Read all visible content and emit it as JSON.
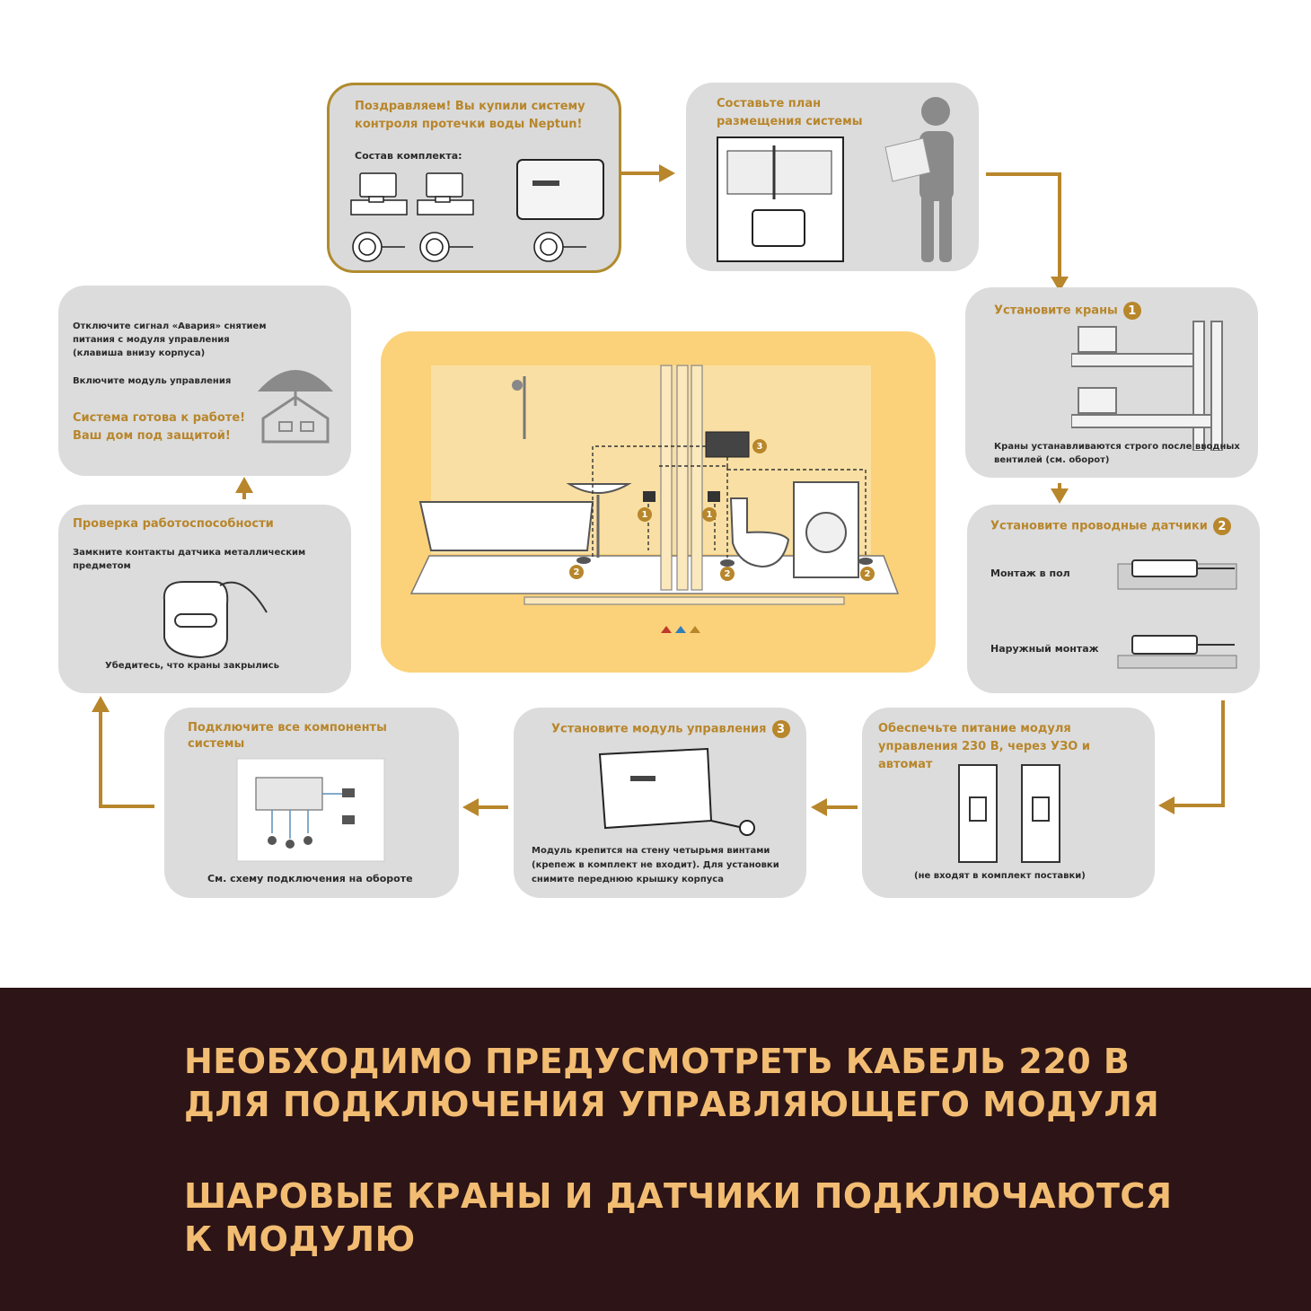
{
  "step1": {
    "title": "Поздравляем! Вы купили систему контроля протечки воды Neptun!",
    "kit_label": "Состав комплекта:"
  },
  "step2": {
    "title": "Составьте план размещения системы"
  },
  "step3": {
    "title": "Установите краны",
    "number": "1",
    "note": "Краны устанавливаются строго после вводных вентилей (см. оборот)"
  },
  "step4": {
    "title": "Установите проводные датчики",
    "number": "2",
    "mount_floor": "Монтаж в пол",
    "mount_surface": "Наружный монтаж"
  },
  "step5": {
    "title": "Обеспечьте питание модуля управления 230 В, через УЗО и автомат",
    "note": "(не входят в комплект поставки)"
  },
  "step6": {
    "title": "Установите модуль управления",
    "number": "3",
    "note": "Модуль крепится на стену четырьмя винтами (крепеж в комплект не входит). Для установки снимите переднюю крышку корпуса"
  },
  "step7": {
    "title": "Подключите все компоненты системы",
    "note": "См. схему подключения на обороте"
  },
  "step8": {
    "title": "Проверка работоспособности",
    "instruction": "Замкните контакты датчика металлическим предметом",
    "note": "Убедитесь, что краны закрылись"
  },
  "step9": {
    "line1": "Отключите сигнал «Авария» снятием питания с модуля управления (клавиша внизу корпуса)",
    "line2": "Включите модуль управления",
    "ready": "Система готова к работе! Ваш дом под защитой!"
  },
  "center_labels": {
    "valve": "1",
    "sensor": "2",
    "module": "3"
  },
  "footer": {
    "line1": "НЕОБХОДИМО ПРЕДУСМОТРЕТЬ КАБЕЛЬ 220 В",
    "line2": "ДЛЯ ПОДКЛЮЧЕНИЯ УПРАВЛЯЮЩЕГО МОДУЛЯ",
    "line3": "ШАРОВЫЕ КРАНЫ И ДАТЧИКИ ПОДКЛЮЧАЮТСЯ",
    "line4": "К МОДУЛЮ"
  },
  "colors": {
    "accent": "#b8862b",
    "card": "#dcdcdc",
    "center_bg": "#fbd27a",
    "footer_bg": "#2d1416",
    "footer_text": "#f2bd72"
  }
}
